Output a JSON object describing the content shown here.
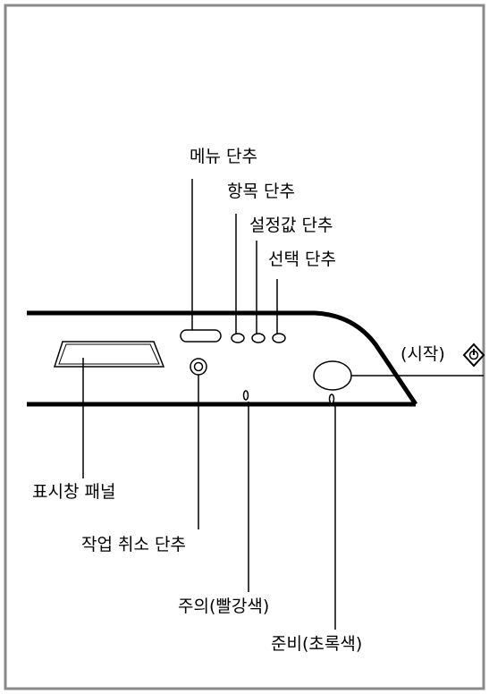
{
  "diagram": {
    "labels": {
      "menu_button": "메뉴 단추",
      "item_button": "항목 단추",
      "value_button": "설정값 단추",
      "select_button": "선택 단추",
      "start_button": "(시작)",
      "display_panel": "표시창 패널",
      "cancel_button": "작업 취소 단추",
      "attention_light": "주의(빨강색)",
      "ready_light": "준비(초록색)"
    },
    "start_icon": "diamond-start-icon"
  }
}
